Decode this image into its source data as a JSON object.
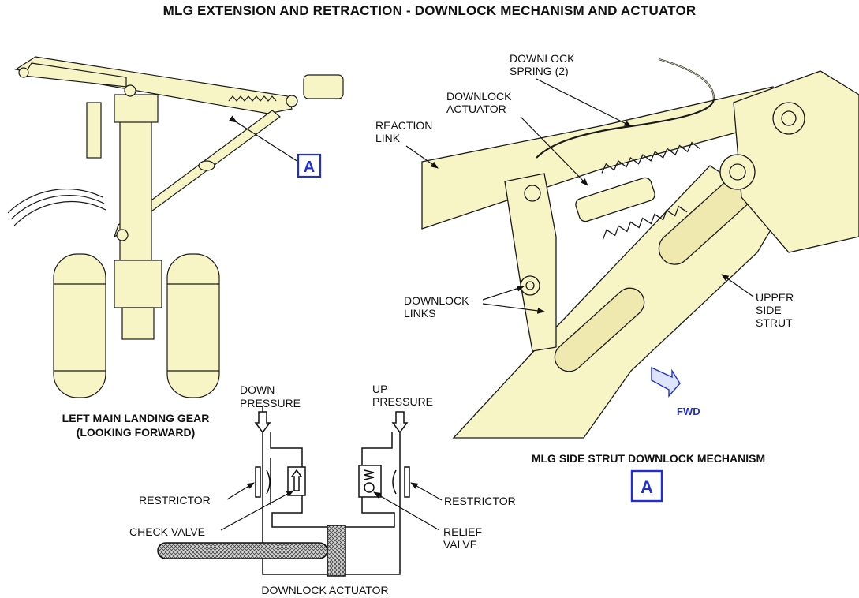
{
  "title": "MLG EXTENSION AND RETRACTION - DOWNLOCK MECHANISM AND ACTUATOR",
  "colors": {
    "part_fill": "#f7f4c6",
    "line": "#1a1a1a",
    "callout_blue": "#1f2fd1",
    "hatch": "#555555"
  },
  "gear_view": {
    "caption_line1": "LEFT MAIN LANDING GEAR",
    "caption_line2": "(LOOKING FORWARD)",
    "callout": "A"
  },
  "detail_view": {
    "labels": {
      "downlock_spring_line1": "DOWNLOCK",
      "downlock_spring_line2": "SPRING (2)",
      "downlock_actuator_line1": "DOWNLOCK",
      "downlock_actuator_line2": "ACTUATOR",
      "reaction_link_line1": "REACTION",
      "reaction_link_line2": "LINK",
      "downlock_links_line1": "DOWNLOCK",
      "downlock_links_line2": "LINKS",
      "upper_side_strut_line1": "UPPER",
      "upper_side_strut_line2": "SIDE",
      "upper_side_strut_line3": "STRUT"
    },
    "fwd_label": "FWD",
    "fwd_icon": "forward-arrow-icon",
    "caption": "MLG SIDE STRUT DOWNLOCK MECHANISM",
    "callout": "A"
  },
  "schematic": {
    "down_pressure_line1": "DOWN",
    "down_pressure_line2": "PRESSURE",
    "up_pressure_line1": "UP",
    "up_pressure_line2": "PRESSURE",
    "restrictor_left": "RESTRICTOR",
    "restrictor_right": "RESTRICTOR",
    "check_valve": "CHECK VALVE",
    "relief_valve_line1": "RELIEF",
    "relief_valve_line2": "VALVE",
    "actuator_caption": "DOWNLOCK ACTUATOR"
  }
}
